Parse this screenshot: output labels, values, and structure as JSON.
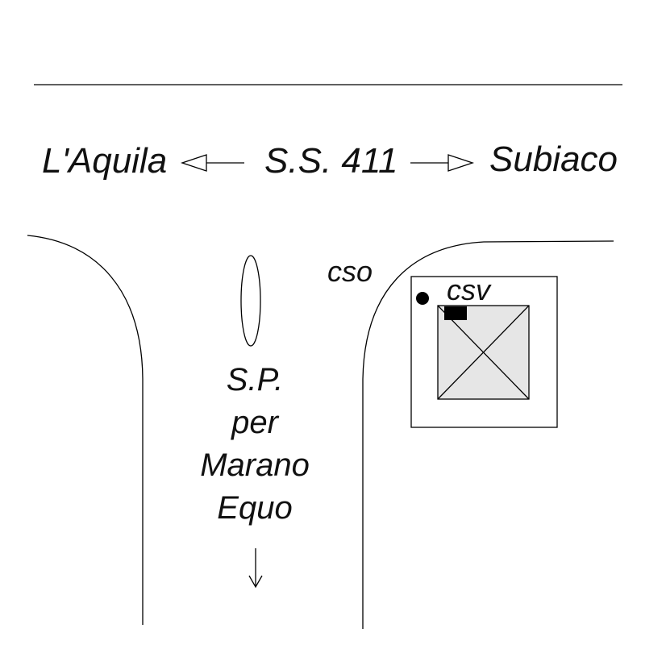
{
  "road_main": {
    "name": "S.S. 411",
    "west": "L'Aquila",
    "east": "Subiaco"
  },
  "road_side": {
    "lines": [
      "S.P.",
      "per",
      "Marano",
      "Equo"
    ]
  },
  "markers": {
    "cso": "cso",
    "csv": "csv"
  },
  "colors": {
    "line": "#000000",
    "building_fill": "#e6e6e6",
    "text": "#111111"
  }
}
